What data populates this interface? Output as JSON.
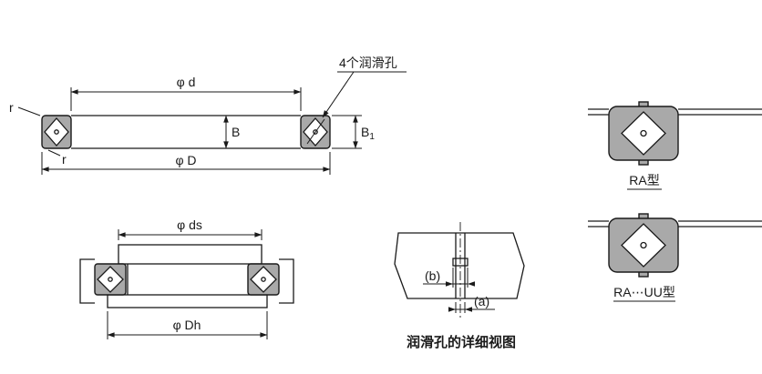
{
  "colors": {
    "line": "#1a1a1a",
    "section_fill": "#a9a9a9",
    "background": "#ffffff"
  },
  "section_view": {
    "lubrication_holes_label": "4个润滑孔",
    "dims": {
      "bore": "φ d",
      "outer": "φ D",
      "width": "B",
      "width1_base": "B",
      "width1_sub": "1",
      "chamfer_top": "r",
      "chamfer_bottom": "r"
    }
  },
  "mounting_view": {
    "dims": {
      "shaft_seat": "φ ds",
      "housing_seat": "φ Dh"
    }
  },
  "hole_detail_view": {
    "dims": {
      "a": "(a)",
      "b": "(b)"
    },
    "caption": "润滑孔的详细视图"
  },
  "type_legend": {
    "ra": "RA型",
    "ra_uu": "RA⋯UU型"
  }
}
